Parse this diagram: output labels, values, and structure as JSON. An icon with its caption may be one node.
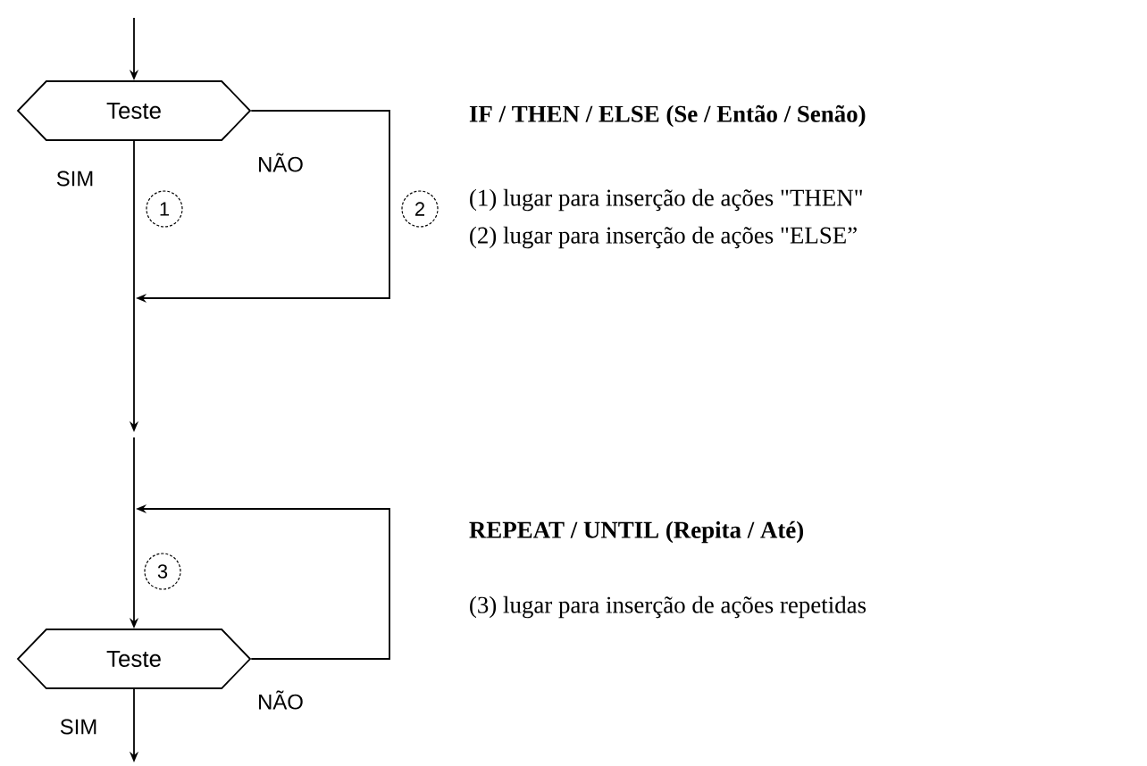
{
  "diagram": {
    "nodes": [
      {
        "text": [
          "Teste"
        ]
      },
      {
        "text": [
          "1"
        ]
      },
      {
        "text": [
          "2"
        ]
      },
      {
        "text": [
          "3"
        ]
      },
      {
        "text": [
          "Teste"
        ]
      }
    ],
    "edges": [
      {
        "from": null,
        "to": 0,
        "arrow": "to"
      },
      {
        "from": 0,
        "to": null,
        "arrow": "to",
        "label": "SIM"
      },
      {
        "from": 0,
        "to": null,
        "arrow": "to",
        "label": "NÃO"
      },
      {
        "from": null,
        "to": 4,
        "arrow": "to"
      },
      {
        "from": 4,
        "to": null,
        "arrow": "to",
        "label": "NÃO"
      },
      {
        "from": 4,
        "to": null,
        "arrow": "to",
        "label": "SIM"
      }
    ],
    "labels": [
      "IF / THEN / ELSE (Se / Então / Senão)",
      "(1) lugar para inserção de ações \"THEN\"",
      "(2) lugar para inserção de ações \"ELSE”",
      "REPEAT / UNTIL (Repita / Até)",
      "(3) lugar para inserção de ações repetidas"
    ]
  }
}
